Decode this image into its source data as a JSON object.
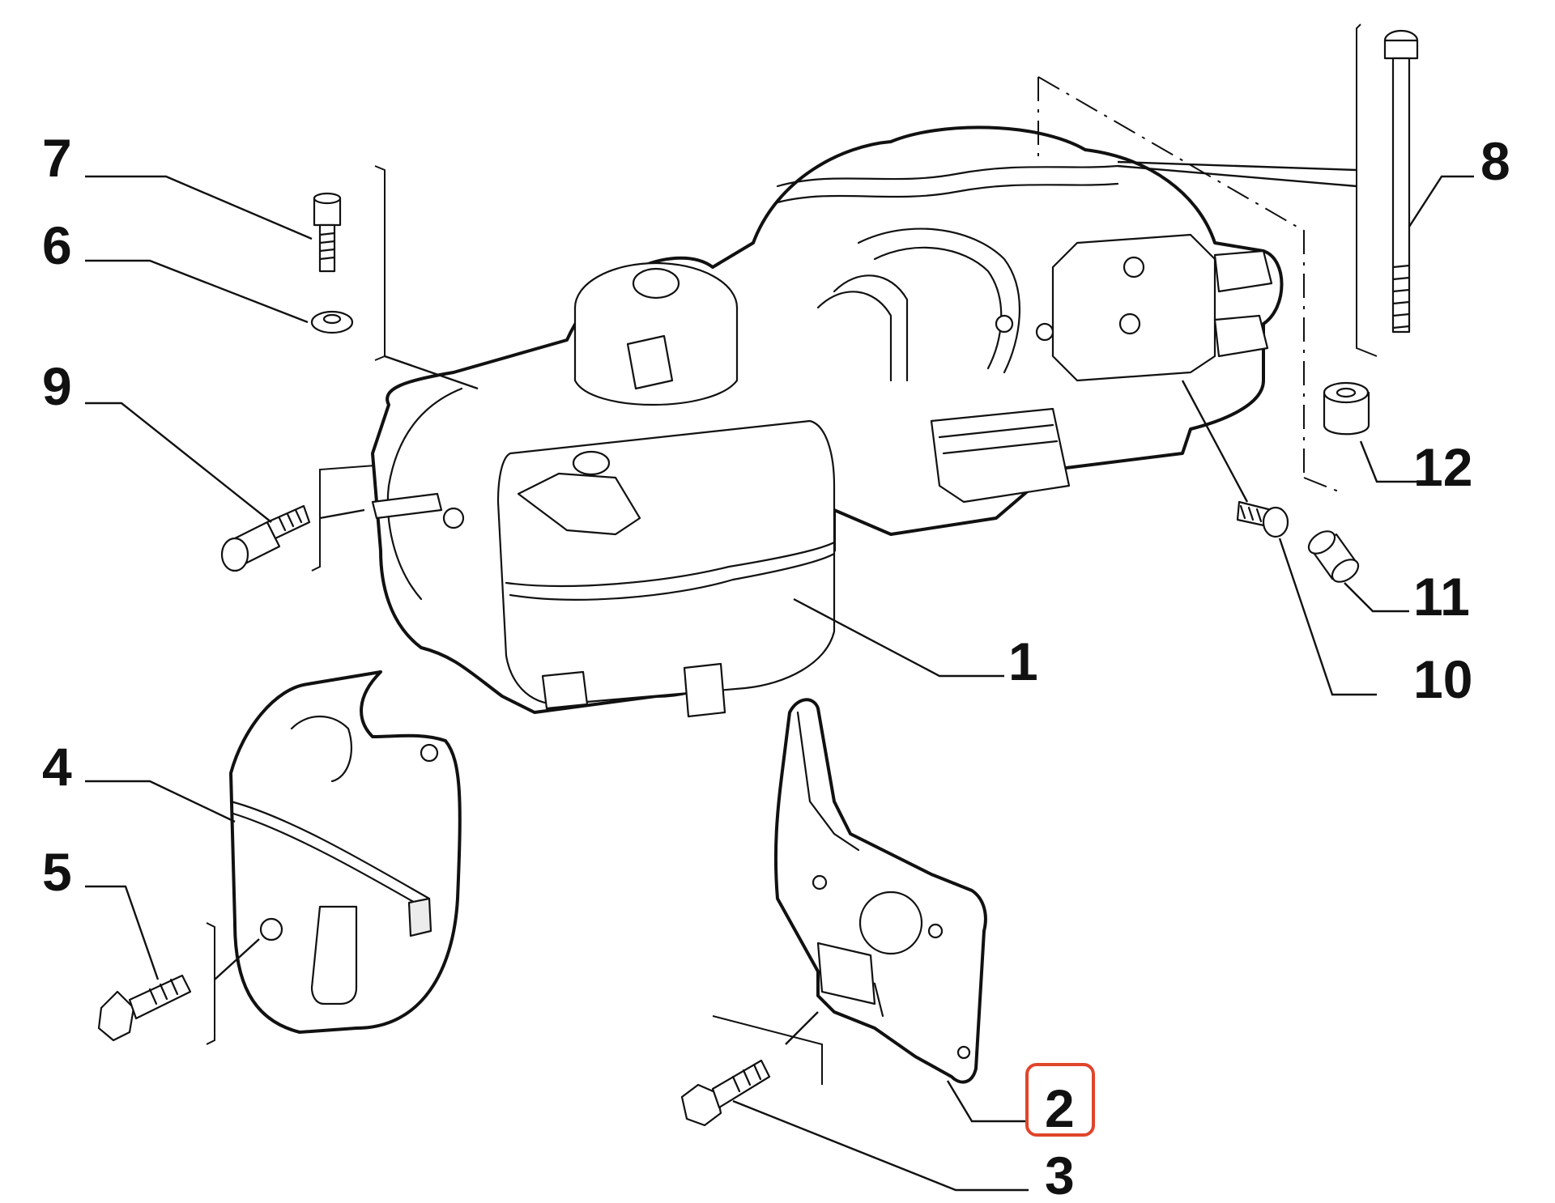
{
  "callouts": {
    "c1": "1",
    "c2": "2",
    "c3": "3",
    "c4": "4",
    "c5": "5",
    "c6": "6",
    "c7": "7",
    "c8": "8",
    "c9": "9",
    "c10": "10",
    "c11": "11",
    "c12": "12"
  },
  "highlighted_callout": "2",
  "colors": {
    "line": "#111111",
    "background": "#ffffff",
    "highlight": "#e0452b"
  }
}
